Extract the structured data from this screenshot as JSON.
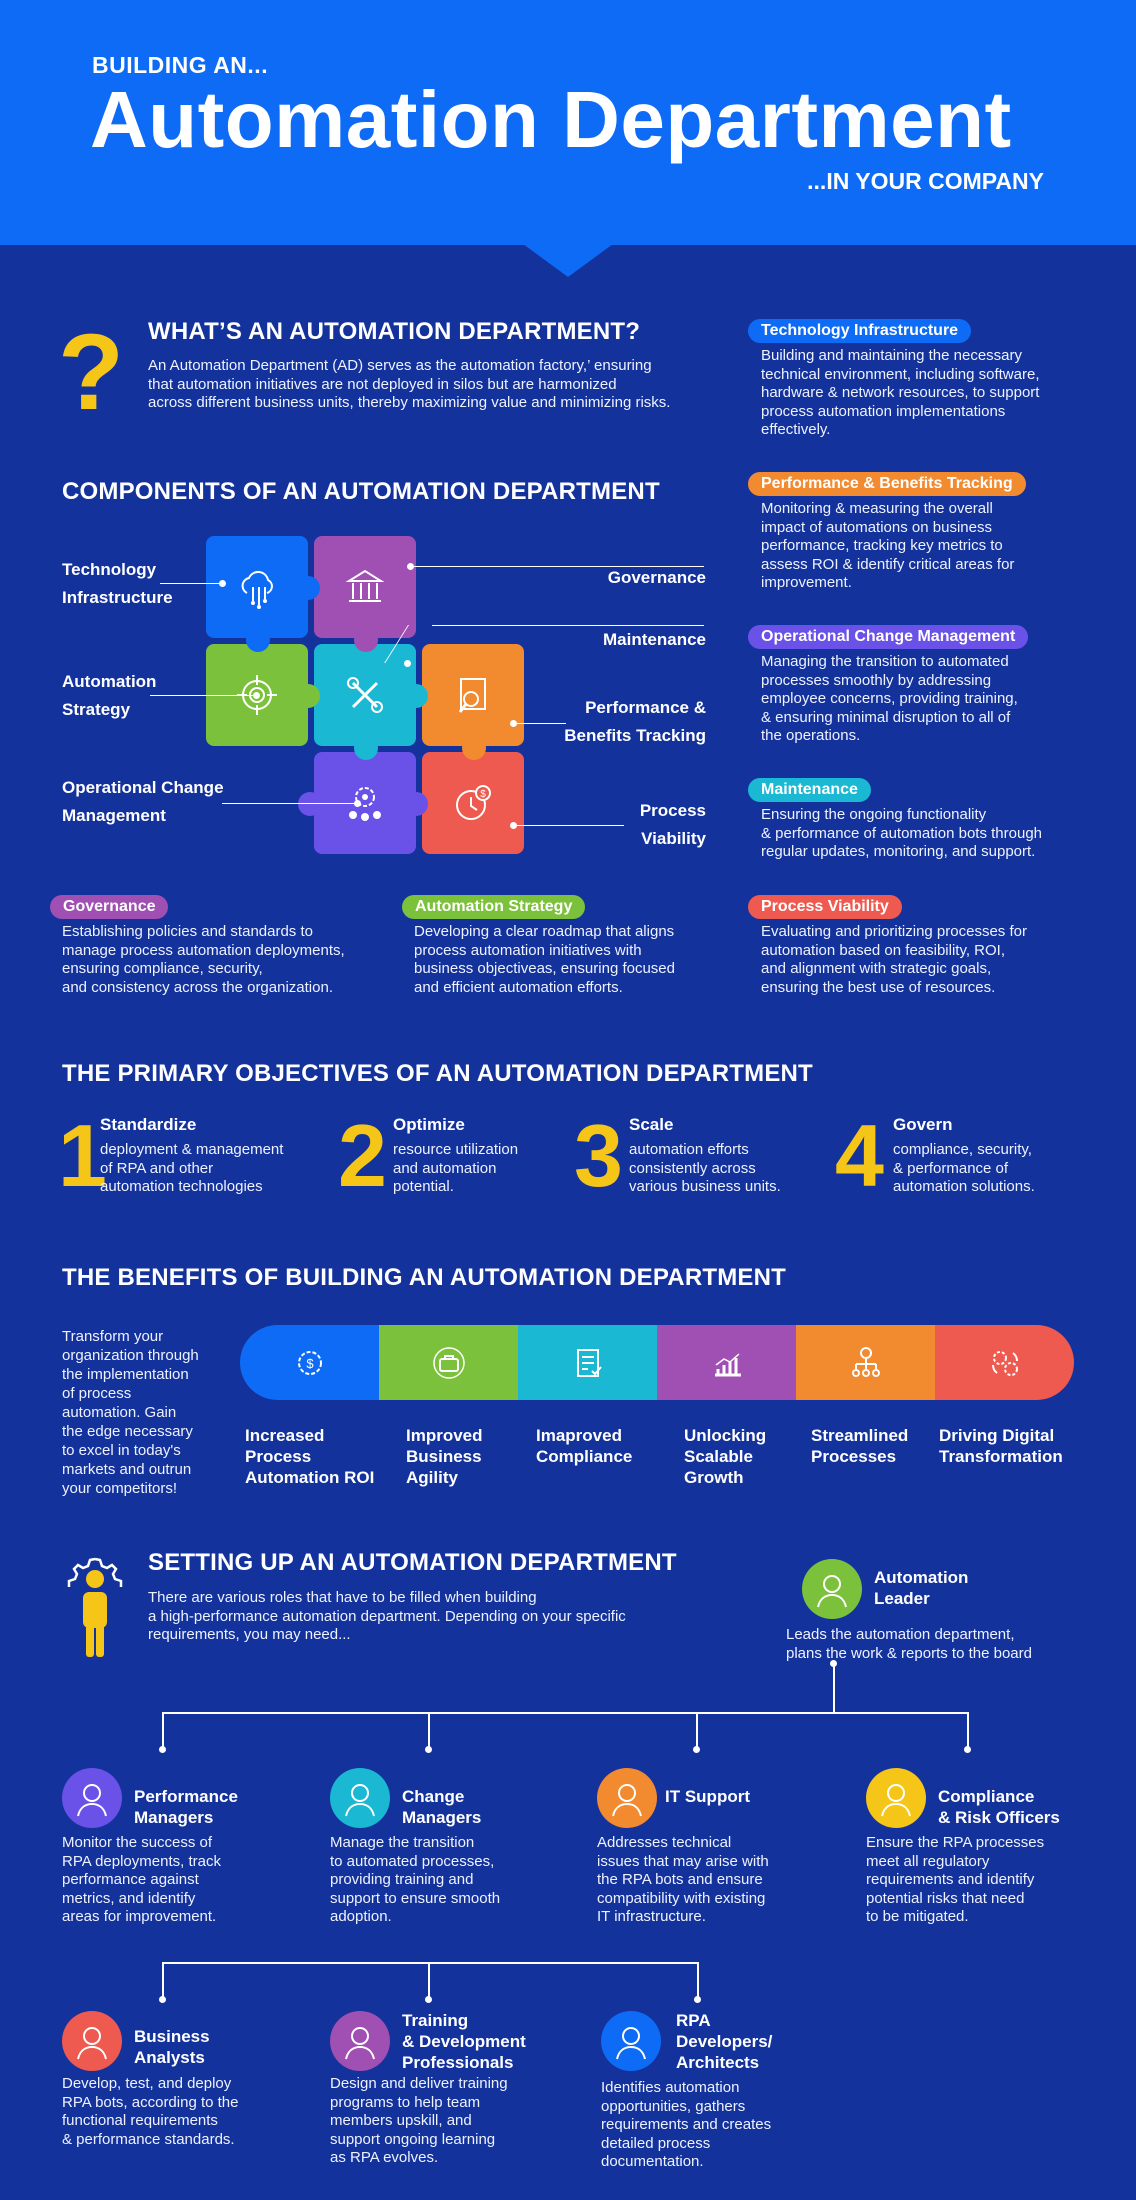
{
  "header": {
    "pre": "BUILDING AN...",
    "title": "Automation Department",
    "post": "...IN YOUR COMPANY"
  },
  "what": {
    "title": "WHAT’S AN AUTOMATION DEPARTMENT?",
    "text_lines": [
      "An Automation Department (AD) serves as the automation factory,’ ensuring",
      "that automation initiatives are not deployed in silos but are harmonized",
      "across different business units, thereby maximizing value and minimizing risks."
    ]
  },
  "components": {
    "title": "COMPONENTS OF AN AUTOMATION DEPARTMENT",
    "puzzle_labels": {
      "technology": [
        "Technology",
        "Infrastructure"
      ],
      "automation": [
        "Automation",
        "Strategy"
      ],
      "operational": [
        "Operational Change",
        "Management"
      ],
      "governance": "Governance",
      "maintenance": "Maintenance",
      "performance": [
        "Performance &",
        "Benefits Tracking"
      ],
      "process": [
        "Process",
        "Viability"
      ]
    },
    "right_cards": [
      {
        "title": "Technology Infrastructure",
        "color": "#0e6bf5",
        "lines": [
          "Building and maintaining the necessary",
          "technical environment, including software,",
          "hardware & network resources, to support",
          "process automation implementations",
          "effectively."
        ]
      },
      {
        "title": "Performance & Benefits Tracking",
        "color": "#f28a30",
        "lines": [
          "Monitoring & measuring the overall",
          "impact of automations on business",
          "performance, tracking key metrics to",
          "assess ROI & identify critical areas for",
          "improvement."
        ]
      },
      {
        "title": "Operational Change Management",
        "color": "#6a51e8",
        "lines": [
          "Managing the transition to automated",
          "processes smoothly by addressing",
          "employee concerns, providing training,",
          "& ensuring minimal disruption to all of",
          "the operations."
        ]
      },
      {
        "title": "Maintenance",
        "color": "#1bb8d4",
        "lines": [
          "Ensuring the ongoing functionality",
          "& performance of automation bots through",
          "regular updates, monitoring, and support."
        ]
      }
    ],
    "bottom_cards": [
      {
        "title": "Governance",
        "color": "#a04fb2",
        "lines": [
          "Establishing policies and standards to",
          "manage process automation deployments,",
          "ensuring compliance, security,",
          "and consistency across the organization."
        ]
      },
      {
        "title": "Automation Strategy",
        "color": "#7cc13b",
        "lines": [
          "Developing a clear roadmap that aligns",
          "process automation initiatives with",
          "business objectiveas, ensuring focused",
          "and efficient automation efforts."
        ]
      },
      {
        "title": "Process Viability",
        "color": "#ee5a4f",
        "lines": [
          "Evaluating and prioritizing processes for",
          "automation based on feasibility, ROI,",
          "and alignment with strategic goals,",
          "ensuring the best use of resources."
        ]
      }
    ]
  },
  "objectives": {
    "title": "THE PRIMARY OBJECTIVES OF AN AUTOMATION DEPARTMENT",
    "items": [
      {
        "num": "1",
        "title": "Standardize",
        "lines": [
          "deployment & management",
          "of RPA and other",
          "automation technologies"
        ]
      },
      {
        "num": "2",
        "title": "Optimize",
        "lines": [
          "resource utilization",
          "and automation",
          "potential."
        ]
      },
      {
        "num": "3",
        "title": "Scale",
        "lines": [
          "automation efforts",
          "consistently across",
          "various business units."
        ]
      },
      {
        "num": "4",
        "title": "Govern",
        "lines": [
          "compliance, security,",
          "& performance of",
          "automation solutions."
        ]
      }
    ]
  },
  "benefits": {
    "title": "THE BENEFITS OF BUILDING AN AUTOMATION DEPARTMENT",
    "intro_lines": [
      "Transform your",
      "organization through",
      "the implementation",
      "of process",
      "automation. Gain",
      "the edge necessary",
      "to excel in today's",
      "markets and outrun",
      "your competitors!"
    ],
    "segments": [
      {
        "color": "#0e6bf5",
        "icon": "gear-dollar-icon",
        "label": [
          "Increased",
          "Process",
          "Automation ROI"
        ]
      },
      {
        "color": "#7cc13b",
        "icon": "toolbox-icon",
        "label": [
          "Improved",
          "Business",
          "Agility"
        ]
      },
      {
        "color": "#1bb8d4",
        "icon": "checklist-icon",
        "label": [
          "Imaproved",
          "Compliance"
        ]
      },
      {
        "color": "#a04fb2",
        "icon": "growth-chart-icon",
        "label": [
          "Unlocking",
          "Scalable",
          "Growth"
        ]
      },
      {
        "color": "#f28a30",
        "icon": "process-flow-icon",
        "label": [
          "Streamlined",
          "Processes"
        ]
      },
      {
        "color": "#ee5a4f",
        "icon": "gears-cycle-icon",
        "label": [
          "Driving Digital",
          "Transformation"
        ]
      }
    ]
  },
  "setup": {
    "title": "SETTING UP AN AUTOMATION DEPARTMENT",
    "intro_lines": [
      "There are various roles that have to be filled when building",
      "a high-performance automation department. Depending on your specific",
      "requirements, you may need..."
    ],
    "leader": {
      "title": [
        "Automation",
        "Leader"
      ],
      "color": "#7cc13b",
      "lines": [
        "Leads the automation department,",
        "plans the work & reports to the board"
      ]
    },
    "row1": [
      {
        "title": [
          "Performance",
          "Managers"
        ],
        "color": "#6a51e8",
        "lines": [
          "Monitor the success of",
          "RPA deployments, track",
          "performance against",
          "metrics, and identify",
          "areas for improvement."
        ]
      },
      {
        "title": [
          "Change",
          "Managers"
        ],
        "color": "#1bb8d4",
        "lines": [
          "Manage the transition",
          "to automated processes,",
          "providing training and",
          "support to ensure smooth",
          "adoption."
        ]
      },
      {
        "title": [
          "IT Support"
        ],
        "color": "#f28a30",
        "lines": [
          "Addresses technical",
          "issues that may arise with",
          "the RPA bots and ensure",
          "compatibility with existing",
          "IT infrastructure."
        ]
      },
      {
        "title": [
          "Compliance",
          "& Risk Officers"
        ],
        "color": "#f5c518",
        "lines": [
          "Ensure the RPA processes",
          "meet all regulatory",
          "requirements and identify",
          "potential risks that need",
          "to be mitigated."
        ]
      }
    ],
    "row2": [
      {
        "title": [
          "Business",
          "Analysts"
        ],
        "color": "#ee5a4f",
        "lines": [
          "Develop, test, and deploy",
          "RPA bots, according to the",
          "functional requirements",
          "& performance standards."
        ]
      },
      {
        "title": [
          "Training",
          "& Development",
          "Professionals"
        ],
        "color": "#a04fb2",
        "lines": [
          "Design and deliver training",
          "programs to help team",
          "members upskill, and",
          "support ongoing learning",
          "as RPA evolves."
        ]
      },
      {
        "title": [
          "RPA",
          "Developers/",
          "Architects"
        ],
        "color": "#0e6bf5",
        "lines": [
          "Identifies automation",
          "opportunities, gathers",
          "requirements and creates",
          "detailed process",
          "documentation."
        ]
      }
    ]
  }
}
